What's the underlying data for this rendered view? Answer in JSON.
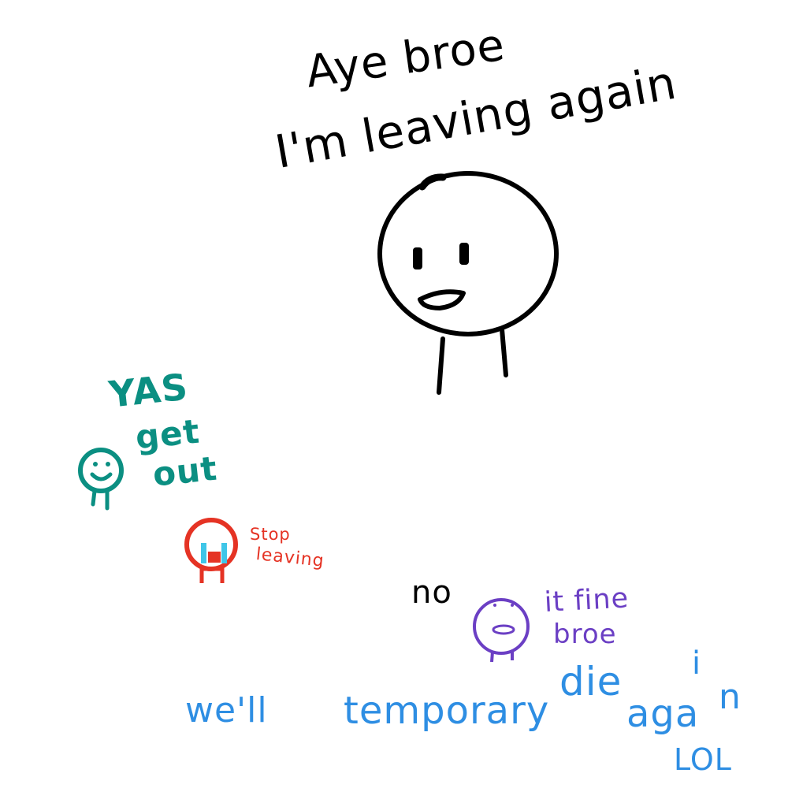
{
  "colors": {
    "black": "#000000",
    "teal": "#0b8f82",
    "red": "#e53324",
    "tear": "#3fc6e8",
    "purple": "#6b3fc4",
    "blue": "#2e8ee3"
  },
  "main": {
    "line1": "Aye broe",
    "line2": "I'm leaving again"
  },
  "teal": {
    "line1": "YAS",
    "line2": "get",
    "line3": "out"
  },
  "red": {
    "line1": "Stop",
    "line2": "leaving"
  },
  "no": "no",
  "purple": {
    "line1": "it fine",
    "line2": "broe"
  },
  "bottom": {
    "w1": "we'll",
    "w2": "temporary",
    "w3": "die",
    "w4_a": "aga",
    "w4_i": "i",
    "w4_n": "n",
    "w5": "LOL"
  }
}
